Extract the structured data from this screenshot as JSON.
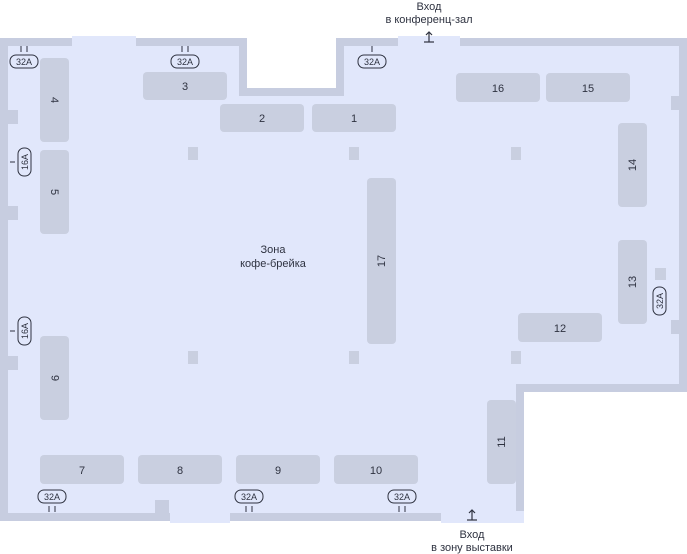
{
  "colors": {
    "floor": "#e1e7fb",
    "wall": "#c7cde0",
    "booth": "#c9cfe0",
    "column": "#c9cfe0",
    "text": "#2e3240",
    "socket_stroke": "#2e3240"
  },
  "zone": {
    "line1": "Зона",
    "line2": "кофе-брейка"
  },
  "entrances": {
    "conference": {
      "line1": "Вход",
      "line2": "в конференц-зал",
      "icon": "arrow-up-icon"
    },
    "exhibition": {
      "line1": "Вход",
      "line2": "в зону выставки",
      "icon": "arrow-up-icon"
    }
  },
  "booths": [
    {
      "id": "booth-1",
      "label": "1"
    },
    {
      "id": "booth-2",
      "label": "2"
    },
    {
      "id": "booth-3",
      "label": "3"
    },
    {
      "id": "booth-4",
      "label": "4"
    },
    {
      "id": "booth-5",
      "label": "5"
    },
    {
      "id": "booth-6",
      "label": "6"
    },
    {
      "id": "booth-7",
      "label": "7"
    },
    {
      "id": "booth-8",
      "label": "8"
    },
    {
      "id": "booth-9",
      "label": "9"
    },
    {
      "id": "booth-10",
      "label": "10"
    },
    {
      "id": "booth-11",
      "label": "11"
    },
    {
      "id": "booth-12",
      "label": "12"
    },
    {
      "id": "booth-13",
      "label": "13"
    },
    {
      "id": "booth-14",
      "label": "14"
    },
    {
      "id": "booth-15",
      "label": "15"
    },
    {
      "id": "booth-16",
      "label": "16"
    },
    {
      "id": "booth-17",
      "label": "17"
    }
  ],
  "sockets": [
    {
      "id": "socket-top-left",
      "label": "32A"
    },
    {
      "id": "socket-top-3",
      "label": "32A"
    },
    {
      "id": "socket-top-mid",
      "label": "32A"
    },
    {
      "id": "socket-left-upper",
      "label": "16A"
    },
    {
      "id": "socket-left-lower",
      "label": "16A"
    },
    {
      "id": "socket-right",
      "label": "32A"
    },
    {
      "id": "socket-bottom-left",
      "label": "32A"
    },
    {
      "id": "socket-bottom-mid",
      "label": "32A"
    },
    {
      "id": "socket-bottom-right",
      "label": "32A"
    }
  ]
}
